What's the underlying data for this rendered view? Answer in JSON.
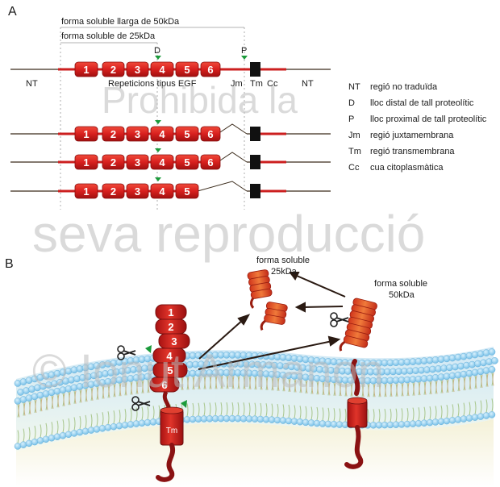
{
  "panel_a": {
    "label": "A",
    "bracket_long": "forma soluble llarga de 50kDa",
    "bracket_short": "forma soluble de 25kDa",
    "site_d": "D",
    "site_p": "P",
    "region_nt_left": "NT",
    "region_egf": "Repeticions tipus EGF",
    "region_jm": "Jm",
    "region_tm": "Tm",
    "region_cc": "Cc",
    "region_nt_right": "NT",
    "domain_numbers": [
      "1",
      "2",
      "3",
      "4",
      "5",
      "6"
    ],
    "legend": [
      {
        "key": "NT",
        "text": "regió no traduïda"
      },
      {
        "key": "D",
        "text": "lloc distal de tall proteolític"
      },
      {
        "key": "P",
        "text": "lloc proximal de tall proteolític"
      },
      {
        "key": "Jm",
        "text": "regió juxtamembrana"
      },
      {
        "key": "Tm",
        "text": "regió transmembrana"
      },
      {
        "key": "Cc",
        "text": "cua citoplasmàtica"
      }
    ]
  },
  "panel_b": {
    "label": "B",
    "soluble_25_line1": "forma soluble",
    "soluble_25_line2": "25kDa",
    "soluble_50_line1": "forma soluble",
    "soluble_50_line2": "50kDa",
    "tm_label": "Tm",
    "domain_numbers": [
      "1",
      "2",
      "3",
      "4",
      "5",
      "6"
    ]
  },
  "watermark": {
    "line1": "Prohibida la",
    "line2": "seva reproducció",
    "line3": "© Ionut Armanon"
  },
  "colors": {
    "domain_red": "#d8201e",
    "line_red": "#cc1f1f",
    "tm_black": "#111111",
    "marker_green": "#1a9a3a",
    "membrane_blue": "#8fd0f0"
  }
}
